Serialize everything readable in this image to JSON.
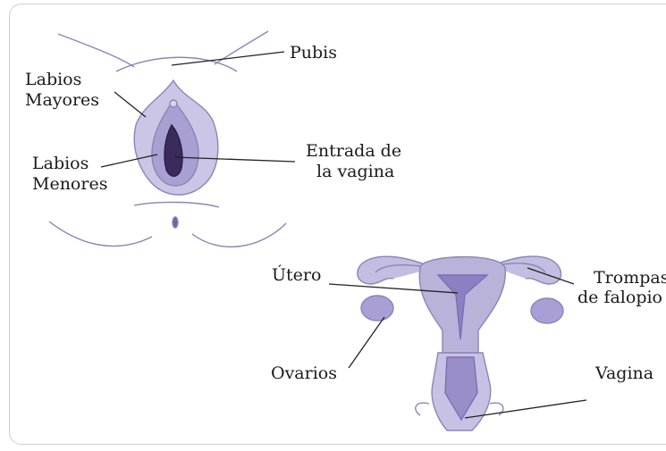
{
  "labels": {
    "pubis": "Pubis",
    "labios_mayores_1": "Labios",
    "labios_mayores_2": "Mayores",
    "labios_menores_1": "Labios",
    "labios_menores_2": "Menores",
    "entrada_1": "Entrada de",
    "entrada_2": "la vagina",
    "utero": "Útero",
    "trompas_1": "Trompas",
    "trompas_2": "de falopio",
    "ovarios": "Ovarios",
    "vagina": "Vagina"
  },
  "colors": {
    "outline": "#8a86b4",
    "tissue": "#b9b3da",
    "tissue_dark": "#7c6fb3",
    "opening": "#3b2a5c",
    "leader": "#222222"
  }
}
